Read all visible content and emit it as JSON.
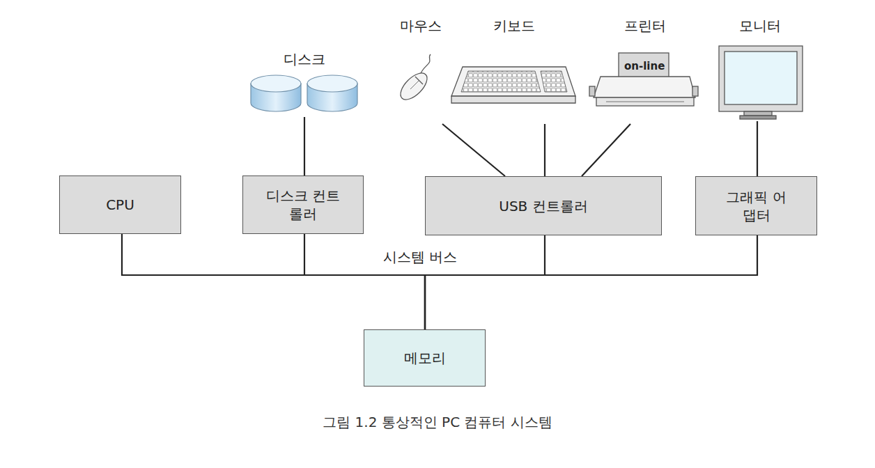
{
  "diagram": {
    "caption": "그림 1.2 통상적인 PC 컴퓨터 시스템",
    "nodes": [
      {
        "text": [
          "디스크"
        ]
      },
      {
        "text": [
          "마우스"
        ]
      },
      {
        "text": [
          "키보드"
        ]
      },
      {
        "text": [
          "프린터"
        ]
      },
      {
        "text": [
          "모니터"
        ]
      },
      {
        "text": [
          "CPU"
        ]
      },
      {
        "text": [
          "디스크 컨트롤러"
        ]
      },
      {
        "text": [
          "USB 컨트롤러"
        ]
      },
      {
        "text": [
          "그래픽 어댑터"
        ]
      },
      {
        "text": [
          "메모리"
        ]
      }
    ],
    "edges": [
      {
        "from": 0,
        "to": 6,
        "arrow": "none"
      },
      {
        "from": 1,
        "to": 7,
        "arrow": "none"
      },
      {
        "from": 2,
        "to": 7,
        "arrow": "none"
      },
      {
        "from": 3,
        "to": 7,
        "arrow": "none"
      },
      {
        "from": 4,
        "to": 8,
        "arrow": "none"
      },
      {
        "from": 9,
        "to": 5,
        "arrow": "none"
      },
      {
        "from": 9,
        "to": 6,
        "arrow": "none"
      },
      {
        "from": 9,
        "to": 7,
        "arrow": "none"
      },
      {
        "from": 9,
        "to": 8,
        "arrow": "none"
      }
    ],
    "labels": [
      "on-line",
      "시스템 버스"
    ]
  }
}
